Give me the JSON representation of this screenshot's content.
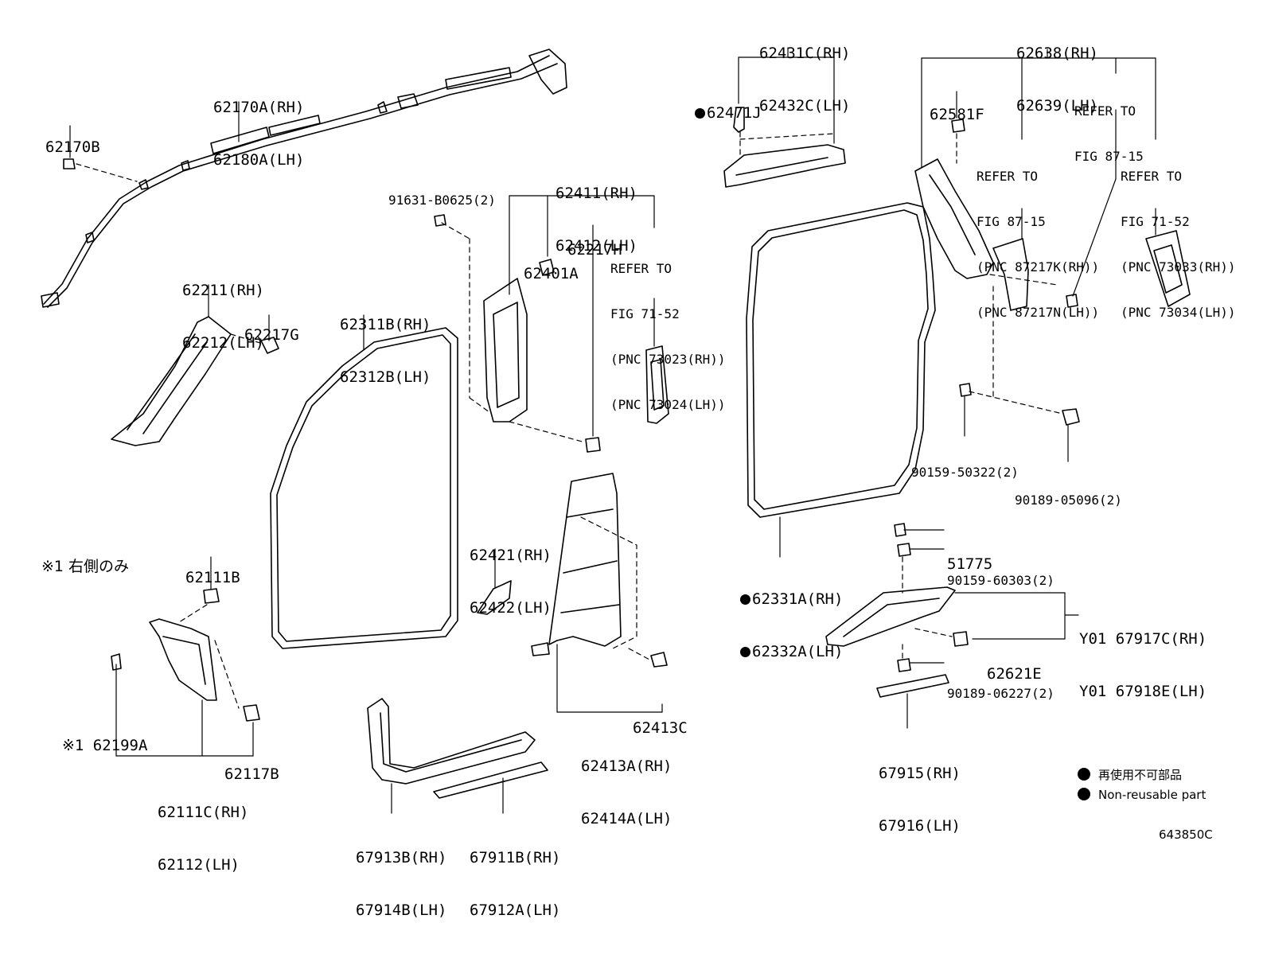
{
  "labels": {
    "p62170A": [
      "62170A(RH)",
      "62180A(LH)"
    ],
    "p62170B": [
      "62170B"
    ],
    "p62211": [
      "62211(RH)",
      "62212(LH)"
    ],
    "p62217G": [
      "62217G"
    ],
    "p62311B": [
      "62311B(RH)",
      "62312B(LH)"
    ],
    "p91631": [
      "91631-B0625(2)"
    ],
    "p62411": [
      "62411(RH)",
      "62412(LH)"
    ],
    "p62217H": [
      "62217H"
    ],
    "p62401A": [
      "62401A"
    ],
    "ref71a": [
      "REFER TO",
      "FIG 71-52",
      "(PNC 73023(RH))",
      "(PNC 73024(LH))"
    ],
    "p62431C": [
      "62431C(RH)",
      "62432C(LH)"
    ],
    "p62471J": [
      "62471J"
    ],
    "p62638": [
      "62638(RH)",
      "62639(LH)"
    ],
    "p62581F": [
      "62581F"
    ],
    "ref87a": [
      "REFER TO",
      "FIG 87-15",
      "(PNC 87217K(RH))",
      "(PNC 87217N(LH))"
    ],
    "ref87b": [
      "REFER TO",
      "FIG 87-15"
    ],
    "ref71b": [
      "REFER TO",
      "FIG 71-52",
      "(PNC 73033(RH))",
      "(PNC 73034(LH))"
    ],
    "p90159a": [
      "90159-50322(2)"
    ],
    "p90189a": [
      "90189-05096(2)"
    ],
    "note1": [
      "※1 右側のみ"
    ],
    "p62111B": [
      "62111B"
    ],
    "p62199A": [
      "※1 62199A"
    ],
    "p62117B": [
      "62117B"
    ],
    "p62111C": [
      "62111C(RH)",
      "62112(LH)"
    ],
    "p62421": [
      "62421(RH)",
      "62422(LH)"
    ],
    "p62413C": [
      "62413C"
    ],
    "p62413A": [
      "62413A(RH)",
      "62414A(LH)"
    ],
    "p67913B": [
      "67913B(RH)",
      "67914B(LH)"
    ],
    "p67911B": [
      "67911B(RH)",
      "67912A(LH)"
    ],
    "p62331A": [
      "62331A(RH)",
      "62332A(LH)"
    ],
    "p51775": [
      "51775"
    ],
    "p90159b": [
      "90159-60303(2)"
    ],
    "pY01": [
      "Y01 67917C(RH)",
      "Y01 67918E(LH)"
    ],
    "p62621E": [
      "62621E"
    ],
    "p90189b": [
      "90189-06227(2)"
    ],
    "p67915": [
      "67915(RH)",
      "67916(LH)"
    ]
  },
  "legend": {
    "jp": "再使用不可部品",
    "en": "Non-reusable part"
  },
  "figure_id": "643850C"
}
